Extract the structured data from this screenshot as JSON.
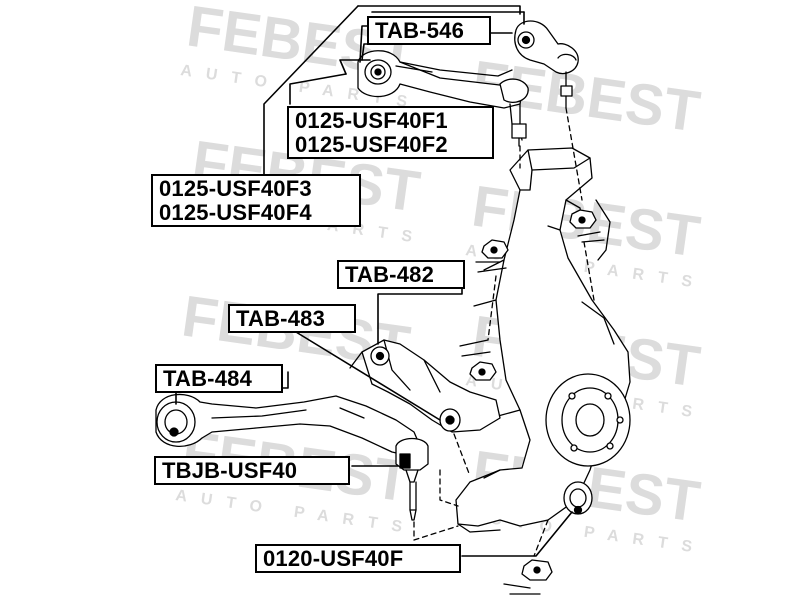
{
  "watermark": {
    "brand": "FEBEST",
    "subtitle": "AUTO PARTS"
  },
  "labels": {
    "tab_546": "TAB-546",
    "usf40f1": "0125-USF40F1",
    "usf40f2": "0125-USF40F2",
    "usf40f3": "0125-USF40F3",
    "usf40f4": "0125-USF40F4",
    "tab_482": "TAB-482",
    "tab_483": "TAB-483",
    "tab_484": "TAB-484",
    "tbjb_usf40": "TBJB-USF40",
    "usf40f": "0120-USF40F"
  },
  "colors": {
    "line": "#000000",
    "watermark": "#d9d9d9",
    "background": "#ffffff"
  }
}
